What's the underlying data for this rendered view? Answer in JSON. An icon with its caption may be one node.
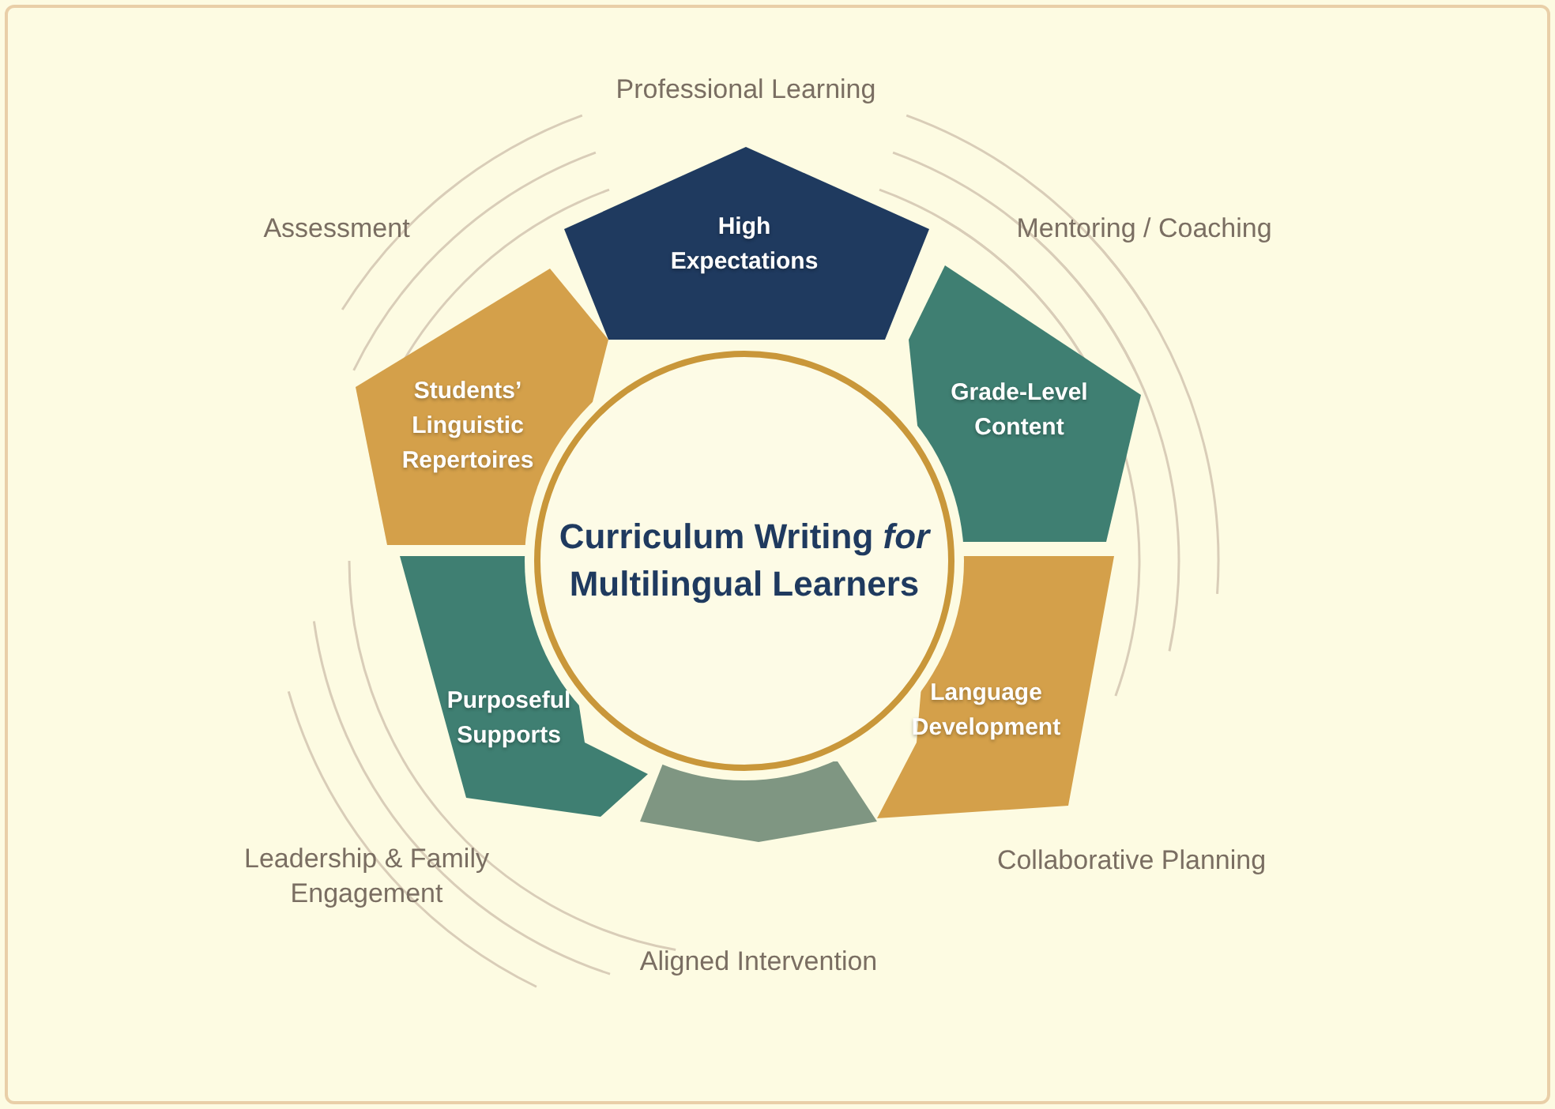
{
  "diagram": {
    "nodes": [
      {
        "text": [
          "Curriculum Writing *for* Multilingual Learners"
        ]
      },
      {
        "text": [
          "High Expectations"
        ]
      },
      {
        "text": [
          "Grade-Level Content"
        ]
      },
      {
        "text": [
          "Language Development"
        ]
      },
      {
        "text": [],
        "shape": "trapezoid"
      },
      {
        "text": [
          "Purposeful Supports"
        ]
      },
      {
        "text": [
          "Students’ Linguistic Repertoires"
        ]
      }
    ],
    "edges": [],
    "labels": [
      "Professional Learning",
      "Assessment",
      "Mentoring / Coaching",
      "Leadership & Family Engagement",
      "Collaborative Planning",
      "Aligned Intervention"
    ]
  }
}
